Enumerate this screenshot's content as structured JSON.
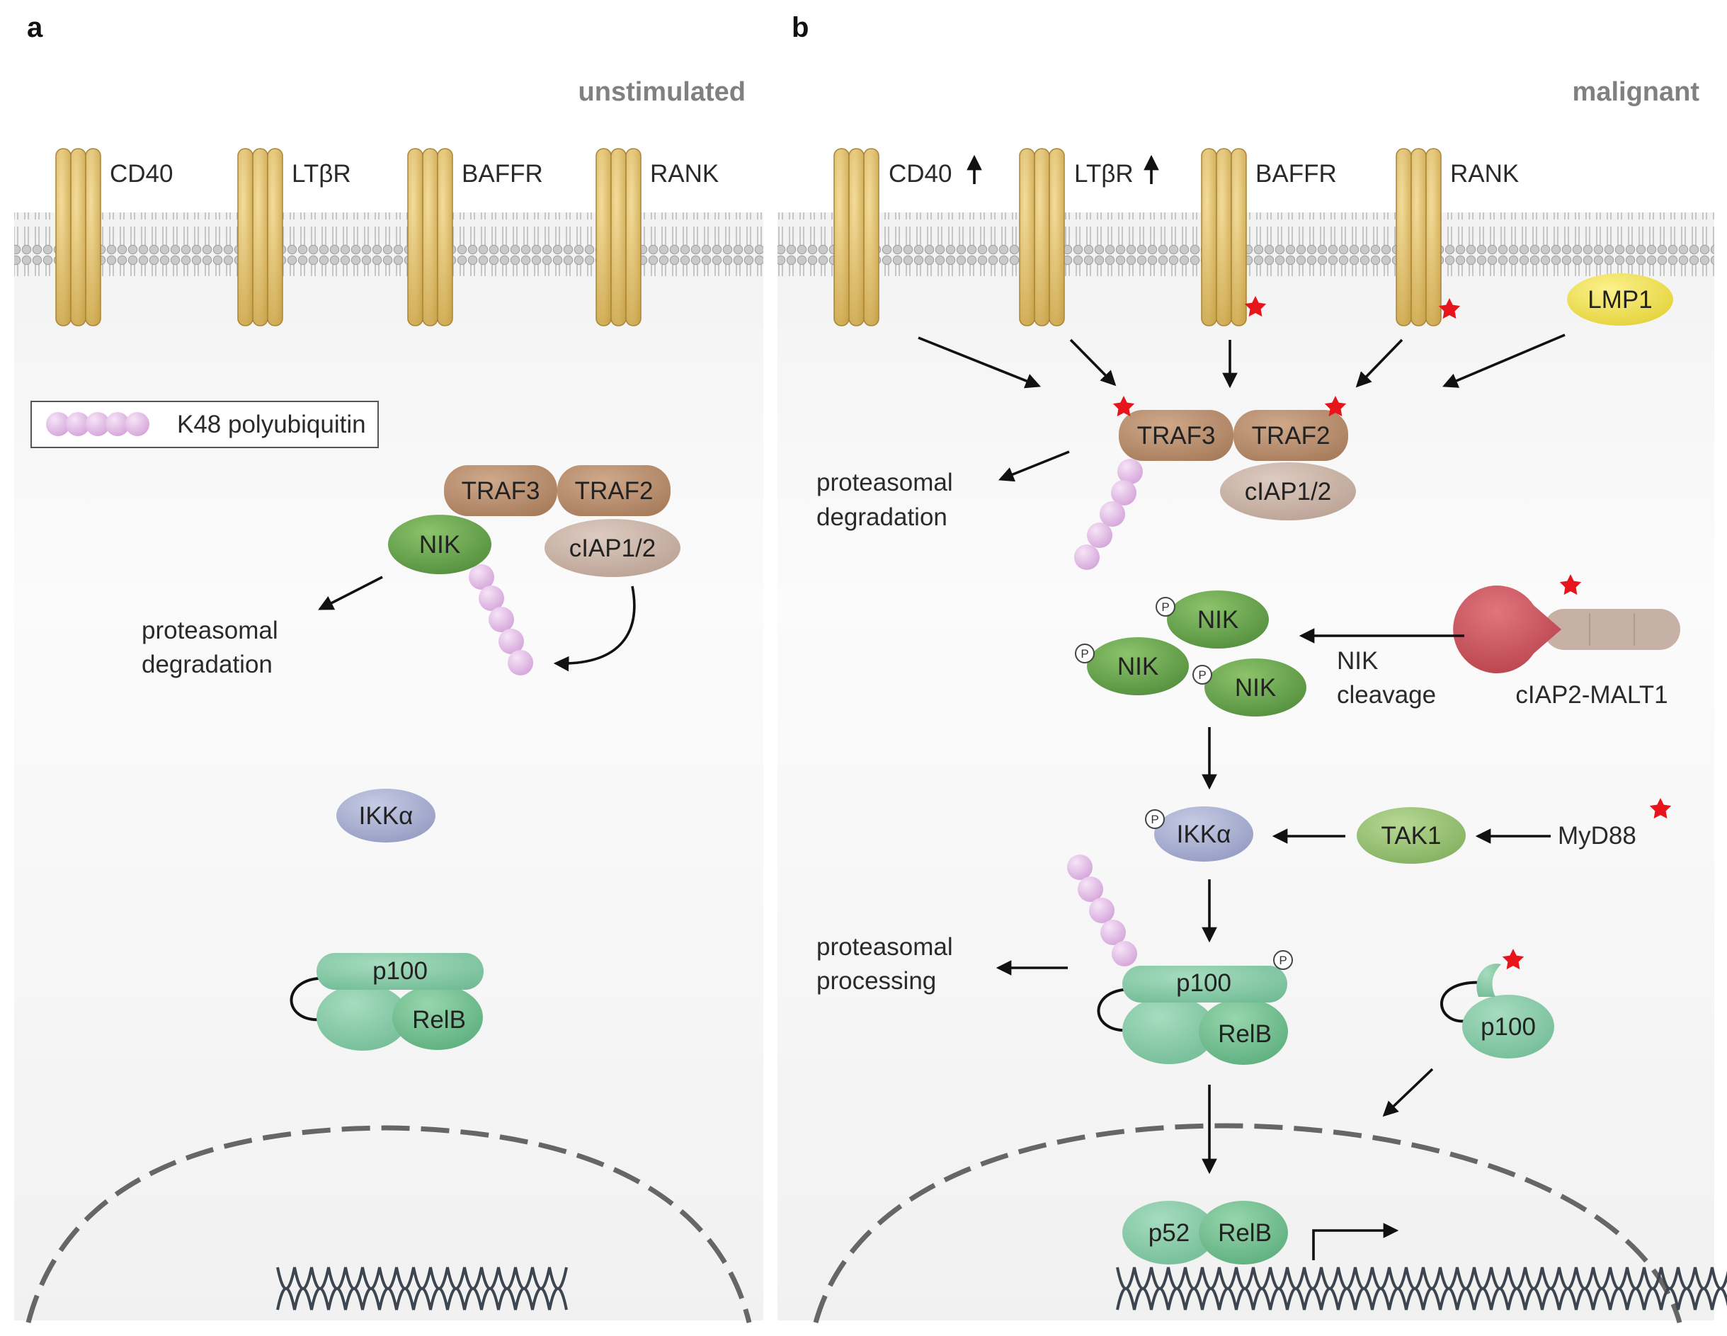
{
  "panels": {
    "a": {
      "letter": "a",
      "condition": "unstimulated"
    },
    "b": {
      "letter": "b",
      "condition": "malignant"
    }
  },
  "receptors": [
    "CD40",
    "LTβR",
    "BAFFR",
    "RANK"
  ],
  "legend": {
    "label": "K48 polyubiquitin"
  },
  "nodes": {
    "traf3": "TRAF3",
    "traf2": "TRAF2",
    "ciap": "cIAP1/2",
    "nik": "NIK",
    "ikka": "IKKα",
    "p100": "p100",
    "relb": "RelB",
    "p52": "p52",
    "lmp1": "LMP1",
    "tak1": "TAK1",
    "myd88": "MyD88",
    "malt1": "cIAP2-MALT1",
    "phospho": "P"
  },
  "labels": {
    "proteasomal": "proteasomal",
    "degradation": "degradation",
    "processing": "processing",
    "nik_cleavage_1": "NIK",
    "nik_cleavage_2": "cleavage"
  },
  "colors": {
    "receptor": "#d8b560",
    "traf": "#b58b6c",
    "ciap": "#c8b0a4",
    "nik": "#5e9a46",
    "ikka": "#a7add0",
    "p100": "#7fc7a4",
    "relb": "#6bbf8f",
    "lmp1": "#f0e14a",
    "tak1": "#8fbc6a",
    "ubiquitin": "#e3b9e6",
    "mutation_star": "#e8141c",
    "malt1_red": "#c9444e",
    "malt1_grey": "#c7b1a6"
  }
}
